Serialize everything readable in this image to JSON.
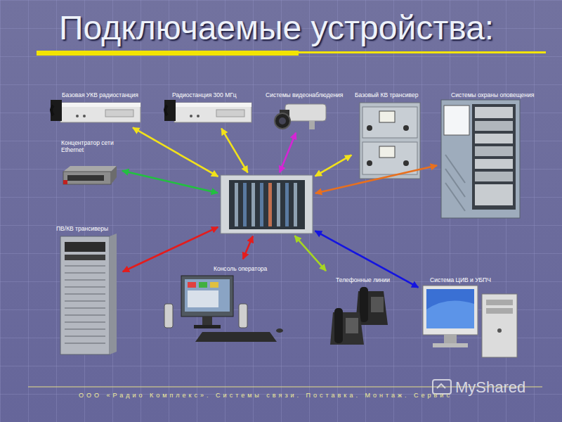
{
  "diagram": {
    "title": "Подключаемые устройства:",
    "nodes": [
      {
        "text": [
          "Базовая УКВ радиостанция"
        ]
      },
      {
        "text": [
          "Радиостанция 300 МГц"
        ]
      },
      {
        "text": [
          "Системы видеонаблюдения"
        ]
      },
      {
        "text": [
          "Базовый КВ трансивер"
        ]
      },
      {
        "text": [
          "Системы охраны оповещения"
        ]
      },
      {
        "text": [
          "Концентратор сети Ethernet"
        ]
      },
      {
        "text": []
      },
      {
        "text": [
          "ПВ/КВ трансиверы"
        ]
      },
      {
        "text": [
          "Консоль оператора"
        ]
      },
      {
        "text": [
          "Телефонные линии"
        ]
      },
      {
        "text": [
          "Система ЦИВ и УБПЧ"
        ]
      }
    ],
    "edges": [
      {
        "from": 6,
        "to": 0,
        "arrow": "both"
      },
      {
        "from": 6,
        "to": 1,
        "arrow": "both"
      },
      {
        "from": 6,
        "to": 2,
        "arrow": "both"
      },
      {
        "from": 6,
        "to": 3,
        "arrow": "both"
      },
      {
        "from": 6,
        "to": 4,
        "arrow": "both"
      },
      {
        "from": 6,
        "to": 5,
        "arrow": "both"
      },
      {
        "from": 6,
        "to": 7,
        "arrow": "both"
      },
      {
        "from": 6,
        "to": 8,
        "arrow": "both"
      },
      {
        "from": 6,
        "to": 9,
        "arrow": "both"
      },
      {
        "from": 6,
        "to": 10,
        "arrow": "both"
      }
    ],
    "labels": [
      "ООО «Радио Комплекс». Системы связи. Поставка. Монтаж. Сервис",
      "MyShared"
    ]
  }
}
